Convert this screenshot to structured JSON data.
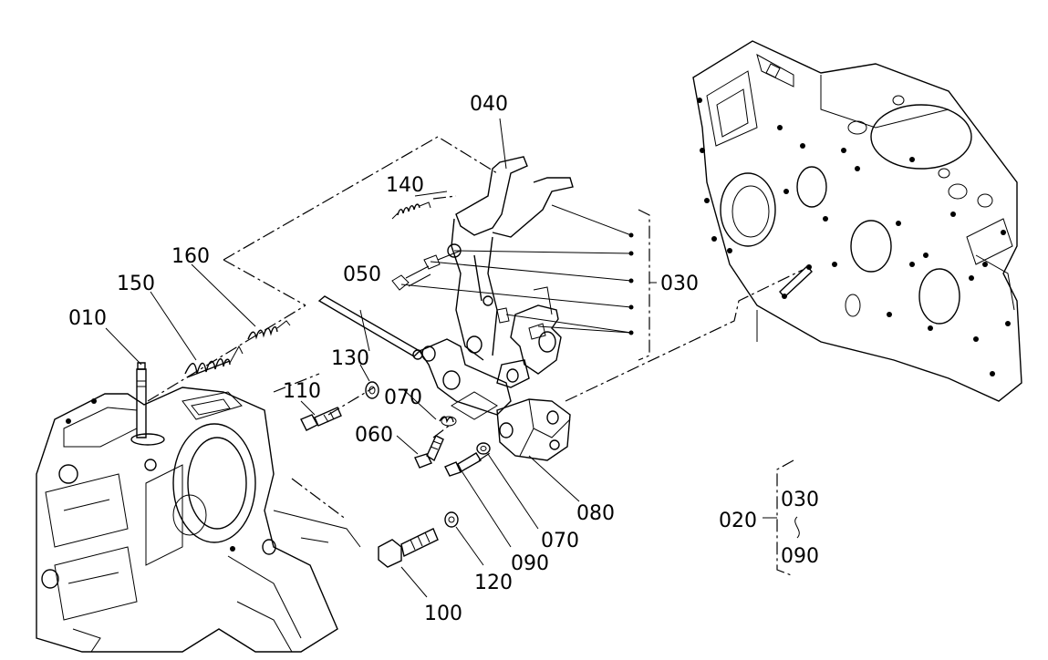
{
  "labels": {
    "p010": "010",
    "p020": "020",
    "p030": "030",
    "p030b": "030",
    "p040": "040",
    "p050": "050",
    "p060": "060",
    "p070a": "070",
    "p070b": "070",
    "p080": "080",
    "p090": "090",
    "p090b": "090",
    "p100": "100",
    "p110": "110",
    "p120": "120",
    "p130": "130",
    "p140": "140",
    "p150": "150",
    "p160": "160"
  }
}
